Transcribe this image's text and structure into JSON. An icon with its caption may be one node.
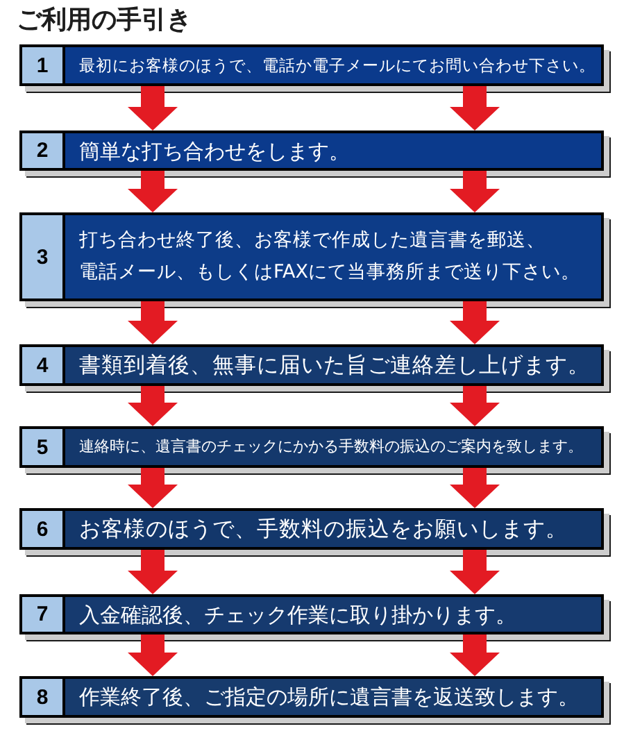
{
  "diagram": {
    "title": "ご利用の手引き",
    "nodes": [
      {
        "text": [
          "1",
          "最初にお客様のほうで、電話か電子メールにてお問い合わせ下さい。"
        ]
      },
      {
        "text": [
          "2",
          "簡単な打ち合わせをします。"
        ]
      },
      {
        "text": [
          "3",
          "打ち合わせ終了後、お客様で作成した遺言書を郵送、電話メール、もしくはFAXにて当事務所まで送り下さい。"
        ]
      },
      {
        "text": [
          "4",
          "書類到着後、無事に届いた旨ご連絡差し上げます。"
        ]
      },
      {
        "text": [
          "5",
          "連絡時に、遺言書のチェックにかかる手数料の振込のご案内を致します。"
        ]
      },
      {
        "text": [
          "6",
          "お客様のほうで、手数料の振込をお願いします。"
        ]
      },
      {
        "text": [
          "7",
          "入金確認後、チェック作業に取り掛かります。"
        ]
      },
      {
        "text": [
          "8",
          "作業終了後、ご指定の場所に遺言書を返送致します。"
        ]
      }
    ],
    "edges": [
      {
        "from": 0,
        "to": 1,
        "arrow": "to"
      },
      {
        "from": 0,
        "to": 1,
        "arrow": "to"
      },
      {
        "from": 1,
        "to": 2,
        "arrow": "to"
      },
      {
        "from": 1,
        "to": 2,
        "arrow": "to"
      },
      {
        "from": 2,
        "to": 3,
        "arrow": "to"
      },
      {
        "from": 2,
        "to": 3,
        "arrow": "to"
      },
      {
        "from": 3,
        "to": 4,
        "arrow": "to"
      },
      {
        "from": 3,
        "to": 4,
        "arrow": "to"
      },
      {
        "from": 4,
        "to": 5,
        "arrow": "to"
      },
      {
        "from": 4,
        "to": 5,
        "arrow": "to"
      },
      {
        "from": 5,
        "to": 6,
        "arrow": "to"
      },
      {
        "from": 5,
        "to": 6,
        "arrow": "to"
      },
      {
        "from": 6,
        "to": 7,
        "arrow": "to"
      },
      {
        "from": 6,
        "to": 7,
        "arrow": "to"
      }
    ]
  }
}
